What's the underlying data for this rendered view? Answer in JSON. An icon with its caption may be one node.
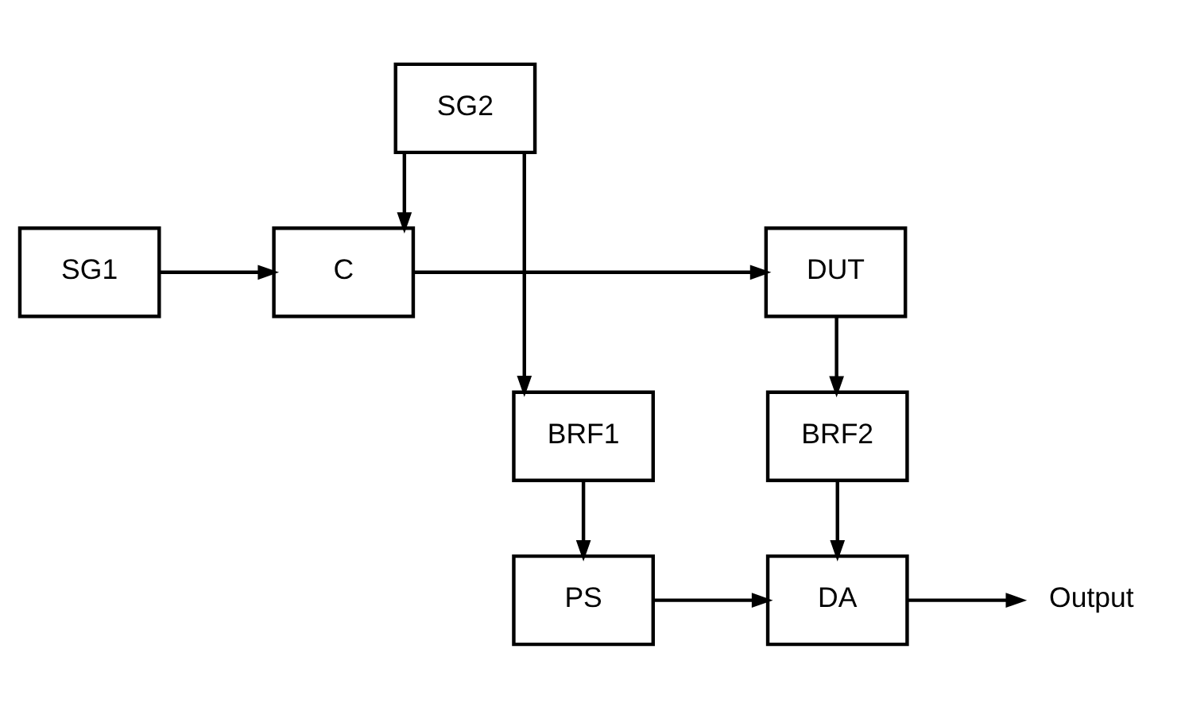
{
  "diagram": {
    "nodes": [
      {
        "text": [
          "SG1"
        ]
      },
      {
        "text": [
          "C"
        ]
      },
      {
        "text": [
          "DUT"
        ]
      },
      {
        "text": [
          "SG2"
        ]
      },
      {
        "text": [
          "BRF1"
        ]
      },
      {
        "text": [
          "BRF2"
        ]
      },
      {
        "text": [
          "PS"
        ]
      },
      {
        "text": [
          "DA"
        ]
      },
      {
        "text": [
          "Output"
        ]
      }
    ],
    "edges": [
      {
        "from": 0,
        "to": 1,
        "arrow": "to"
      },
      {
        "from": 3,
        "to": 1,
        "arrow": "to"
      },
      {
        "from": 3,
        "to": 4,
        "arrow": "to"
      },
      {
        "from": 1,
        "to": 2,
        "arrow": "to"
      },
      {
        "from": 2,
        "to": 5,
        "arrow": "to"
      },
      {
        "from": 4,
        "to": 6,
        "arrow": "to"
      },
      {
        "from": 5,
        "to": 7,
        "arrow": "to"
      },
      {
        "from": 6,
        "to": 7,
        "arrow": "to"
      },
      {
        "from": 7,
        "to": 8,
        "arrow": "to"
      }
    ]
  }
}
